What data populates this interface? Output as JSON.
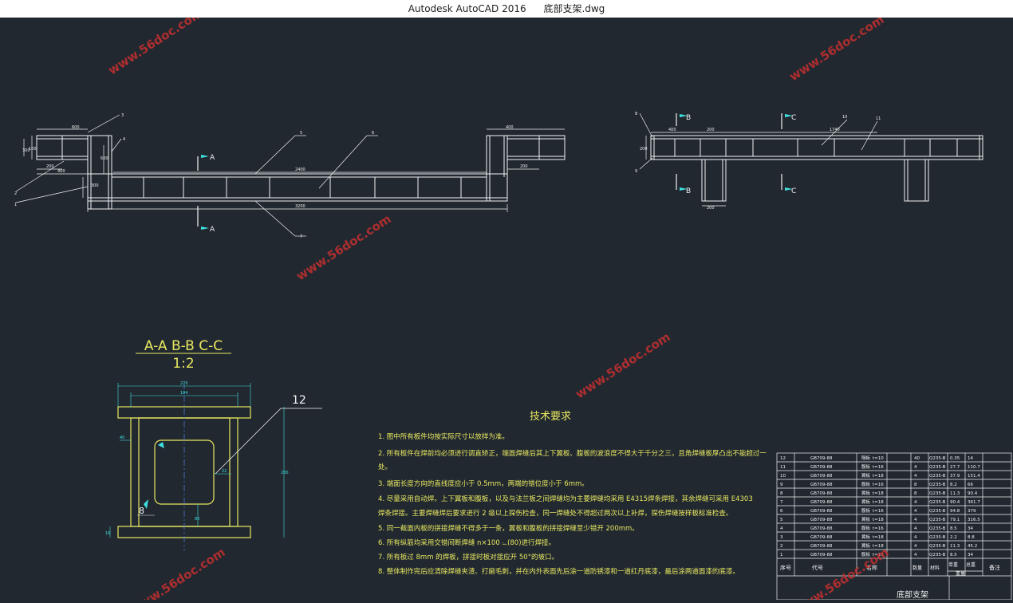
{
  "window": {
    "app_title": "Autodesk AutoCAD 2016",
    "file_name": "底部支架.dwg"
  },
  "watermark": {
    "text": "www.56doc.com"
  },
  "front_view": {
    "dims": {
      "top_left": "600",
      "inner_left": "400",
      "inner_left2": "200",
      "height_left": "300",
      "small_h": "100",
      "mid": "2400",
      "total": "3200",
      "top_right": "400",
      "right_small": "200",
      "tall": "600",
      "mid_h": "300"
    },
    "callouts": [
      "1",
      "2",
      "3",
      "4",
      "5",
      "6",
      "7"
    ],
    "section_a": "A"
  },
  "side_view": {
    "dims": {
      "left": "400",
      "mid": "200",
      "right": "1740",
      "bottom": "200",
      "height": "200"
    },
    "callouts": [
      "8",
      "9",
      "10",
      "11"
    ],
    "section_b": "B",
    "section_c": "C"
  },
  "section_view": {
    "title": "A-A  B-B  C-C",
    "scale": "1:2",
    "part_no": "12",
    "weld_label": "8",
    "dims": {
      "outer": "270",
      "inner": "184",
      "left": "40",
      "height": "280",
      "wall": "22",
      "hole": "80",
      "bottom": "16"
    }
  },
  "tech": {
    "title": "技术要求",
    "items": [
      "1. 图中所有板件均按实际尺寸以放样为准。",
      "2. 所有板件在焊前均必须进行调直矫正，端面焊缝后其上下翼板、腹板的波浪度不得大于千分之三，且角焊缝板厚凸出不能超过一",
      "    处。",
      "3. 端面长度方向的直线度应小于 0.5mm，两端的错位度小于 6mm。",
      "4. 尽量采用自动焊。上下翼板和腹板，以及与法兰板之间焊缝均为主要焊缝均采用 E4315焊条焊接，其余焊缝可采用 E4303",
      "    焊条焊接。主要焊缝焊后要求进行 2 级以上探伤检查，同一焊缝处不得超过两次以上补焊，探伤焊缝按样板标准检查。",
      "5. 同一截面内板的拼接焊缝不得多于一条，翼板和腹板的拼接焊缝至少错开 200mm。",
      "6. 所有纵筋均采用交错间断焊缝 n×100 ⌳(80)进行焊接。",
      "7. 所有板过 8mm 的焊板，拼接时板对接应开 50°的坡口。",
      "8. 整体制作完后应清除焊缝夹渣、打磨毛刺，并在内外表面先后涂一道防锈漆和一道红丹底漆，最后涂两道面漆的底漆。"
    ]
  },
  "bom": {
    "rows": [
      {
        "no": "12",
        "code": "GB709-88",
        "name": "隔板",
        "spec": "t=10",
        "qty": "40",
        "mat": "Q235-B",
        "w1": "0.35",
        "w2": "14"
      },
      {
        "no": "11",
        "code": "GB709-88",
        "name": "腹板",
        "spec": "t=16",
        "qty": "4",
        "mat": "Q235-B",
        "w1": "27.7",
        "w2": "110.7"
      },
      {
        "no": "10",
        "code": "GB709-88",
        "name": "翼板",
        "spec": "t=18",
        "qty": "4",
        "mat": "Q235-B",
        "w1": "37.9",
        "w2": "151.4"
      },
      {
        "no": "9",
        "code": "GB709-88",
        "name": "腹板",
        "spec": "t=16",
        "qty": "8",
        "mat": "Q235-B",
        "w1": "8.2",
        "w2": "66"
      },
      {
        "no": "8",
        "code": "GB709-88",
        "name": "翼板",
        "spec": "t=18",
        "qty": "8",
        "mat": "Q235-B",
        "w1": "11.3",
        "w2": "90.4"
      },
      {
        "no": "7",
        "code": "GB709-88",
        "name": "翼板",
        "spec": "t=18",
        "qty": "4",
        "mat": "Q235-B",
        "w1": "90.4",
        "w2": "361.7"
      },
      {
        "no": "6",
        "code": "GB709-88",
        "name": "腹板",
        "spec": "t=16",
        "qty": "4",
        "mat": "Q235-B",
        "w1": "94.8",
        "w2": "379"
      },
      {
        "no": "5",
        "code": "GB709-88",
        "name": "翼板",
        "spec": "t=18",
        "qty": "4",
        "mat": "Q235-B",
        "w1": "79.1",
        "w2": "316.5"
      },
      {
        "no": "4",
        "code": "GB709-88",
        "name": "腹板",
        "spec": "t=16",
        "qty": "4",
        "mat": "Q235-B",
        "w1": "8.5",
        "w2": "34"
      },
      {
        "no": "3",
        "code": "GB709-88",
        "name": "翼板",
        "spec": "t=18",
        "qty": "4",
        "mat": "Q235-B",
        "w1": "2.2",
        "w2": "8.8"
      },
      {
        "no": "2",
        "code": "GB709-88",
        "name": "翼板",
        "spec": "t=18",
        "qty": "4",
        "mat": "Q235-B",
        "w1": "11.3",
        "w2": "45.2"
      },
      {
        "no": "1",
        "code": "GB709-88",
        "name": "腹板",
        "spec": "t=16",
        "qty": "4",
        "mat": "Q235-B",
        "w1": "8.5",
        "w2": "34"
      }
    ],
    "header": {
      "no": "序号",
      "code": "代号",
      "name": "名称",
      "qty": "数量",
      "mat": "材料",
      "w_single": "单重",
      "w_total": "总重",
      "w_unit": "重量",
      "remark": "备注"
    },
    "title_block": "底部支架"
  },
  "colors": {
    "bg": "#212830",
    "line": "#f2f2f2",
    "cyan": "#40e0e0",
    "yellow": "#e8e860",
    "red": "#c83030"
  }
}
